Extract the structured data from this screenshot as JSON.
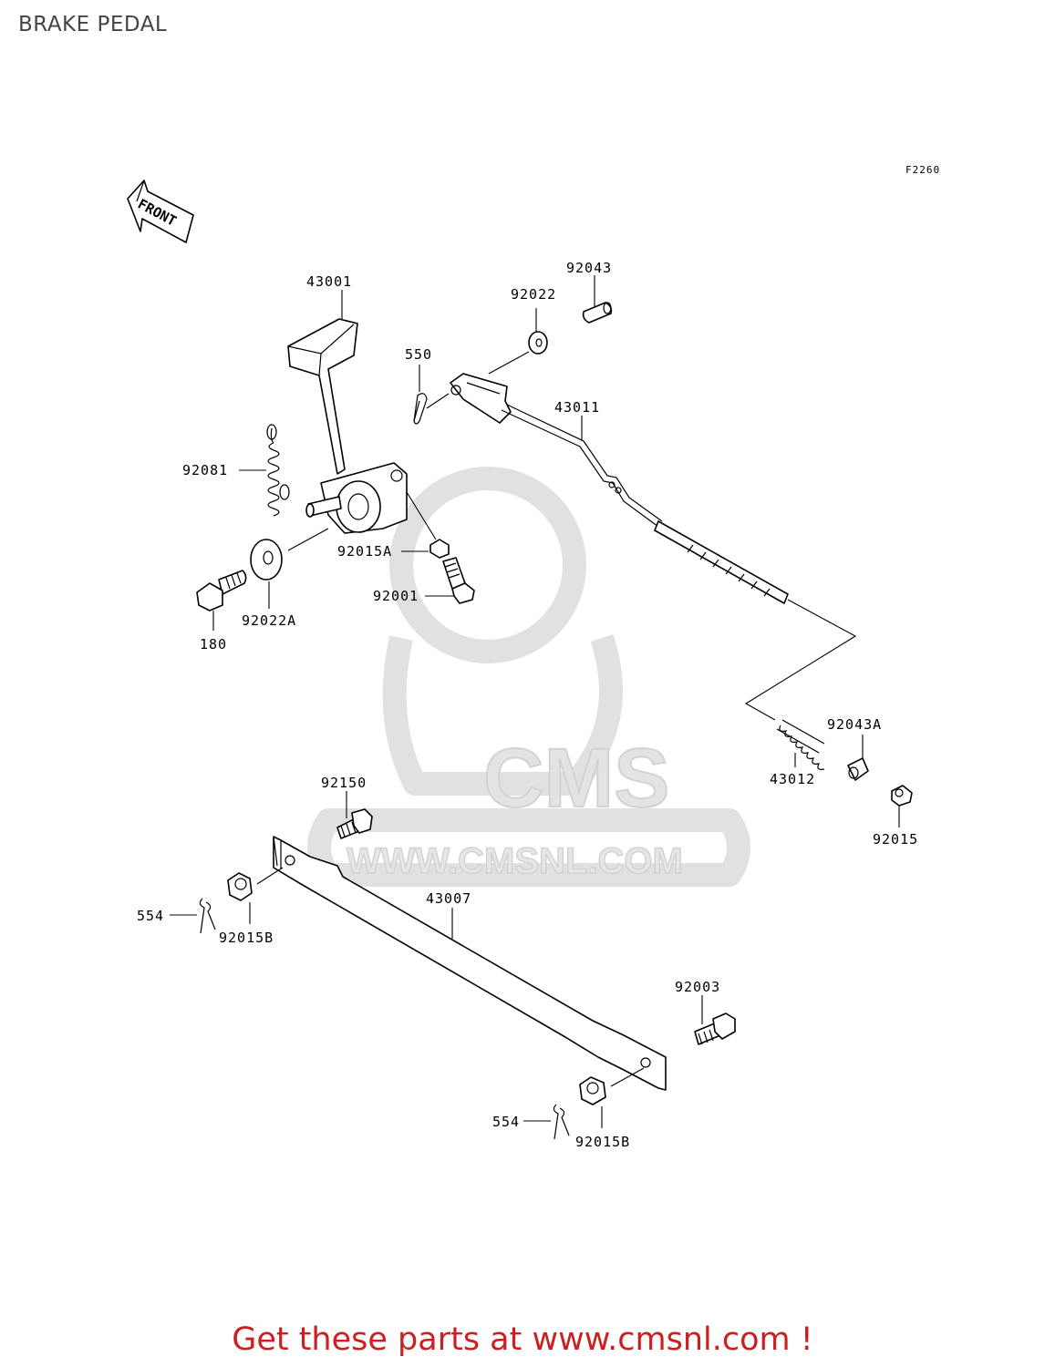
{
  "title": "BRAKE PEDAL",
  "figure_code": "F2260",
  "front_label": "FRONT",
  "watermark": {
    "brand": "CMS",
    "url": "WWW.CMSNL.COM",
    "color": "#d9d9d9"
  },
  "parts": {
    "p43001": "43001",
    "p92043": "92043",
    "p92022": "92022",
    "p550": "550",
    "p43011": "43011",
    "p92081": "92081",
    "p92015A": "92015A",
    "p92001": "92001",
    "p180": "180",
    "p92022A": "92022A",
    "p92043A": "92043A",
    "p43012": "43012",
    "p92015": "92015",
    "p92150": "92150",
    "p554a": "554",
    "p92015Ba": "92015B",
    "p43007": "43007",
    "p92003": "92003",
    "p554b": "554",
    "p92015Bb": "92015B"
  },
  "footer": {
    "text": "Get these parts at www.cmsnl.com !",
    "color": "#cc1f1f"
  }
}
